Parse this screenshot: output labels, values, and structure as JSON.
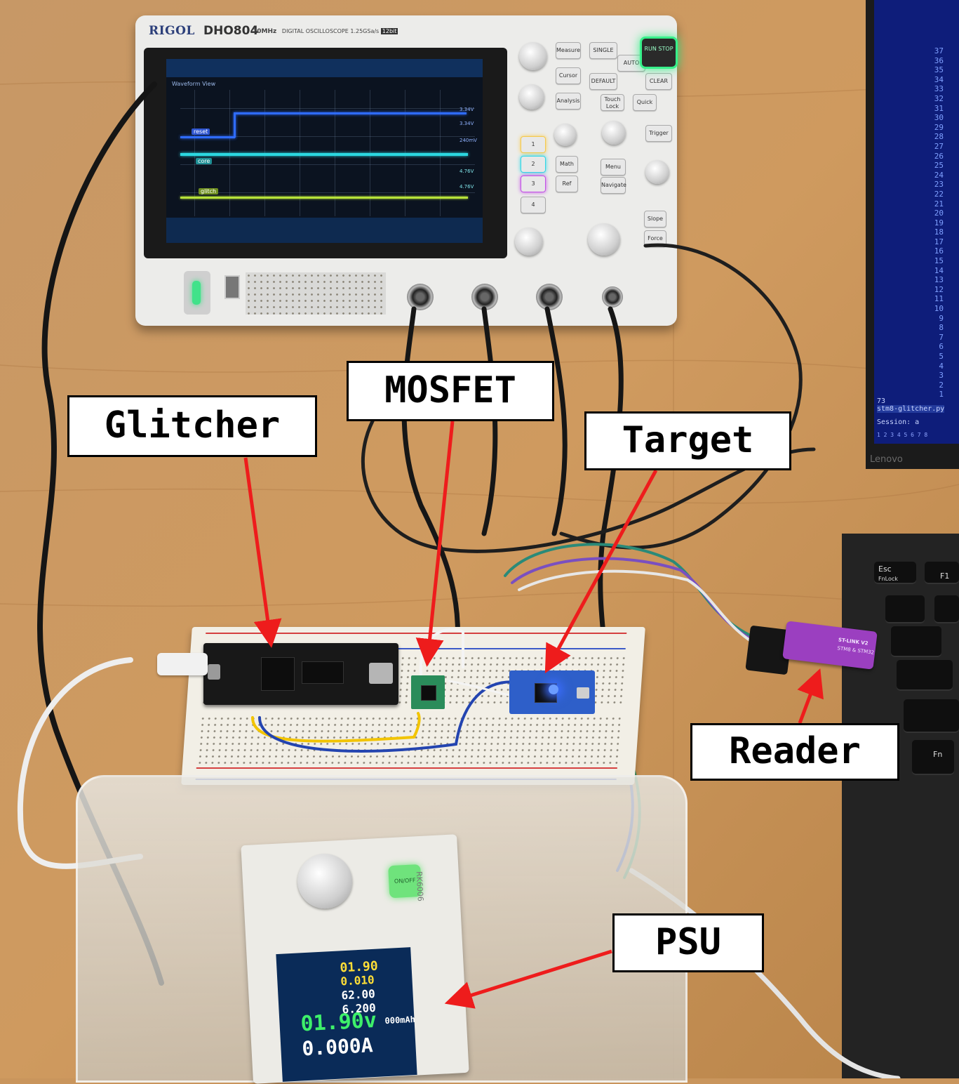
{
  "labels": {
    "glitcher": "Glitcher",
    "mosfet": "MOSFET",
    "target": "Target",
    "reader": "Reader",
    "psu": "PSU"
  },
  "oscilloscope": {
    "brand": "RIGOL",
    "model": "DHO804",
    "bandwidth": "70MHz",
    "spec": "DIGITAL OSCILLOSCOPE 1.25GSa/s",
    "bits": "12bit",
    "waveform_view": "Waveform View",
    "buttons": {
      "measure": "Measure",
      "cursor": "Cursor",
      "analysis": "Analysis",
      "single": "SINGLE",
      "auto": "AUTO",
      "default": "DEFAULT",
      "clear": "CLEAR",
      "touch_lock": "Touch Lock",
      "quick": "Quick",
      "run_stop": "RUN STOP",
      "math": "Math",
      "ref": "Ref",
      "menu": "Menu",
      "navigate": "Navigate",
      "trigger": "Trigger",
      "slope": "Slope",
      "force": "Force"
    },
    "channels": [
      "1",
      "2",
      "3",
      "4"
    ],
    "trace_labels": [
      "reset",
      "core",
      "glitch"
    ],
    "right_readouts": [
      "3.34V",
      "3.34V",
      "240mV",
      "4.76V",
      "4.76V"
    ]
  },
  "laptop": {
    "line_numbers": [
      "37",
      "36",
      "35",
      "34",
      "33",
      "32",
      "31",
      "30",
      "29",
      "28",
      "27",
      "26",
      "25",
      "24",
      "23",
      "22",
      "21",
      "20",
      "19",
      "18",
      "17",
      "16",
      "15",
      "14",
      "13",
      "12",
      "11",
      "10",
      "9",
      "8",
      "7",
      "6",
      "5",
      "4",
      "3",
      "2",
      "1"
    ],
    "cursor_line": "73",
    "filename": "stm8-glitcher.py",
    "session": "Session: a",
    "tabs": "1 2 3 4 5 6 7 8",
    "brand": "Lenovo",
    "keys": [
      "Esc",
      "FnLock",
      "F1",
      "Fn"
    ]
  },
  "stlink": {
    "name": "ST-LINK V2",
    "sub": "STM8 & STM32"
  },
  "psu": {
    "model": "RK6006",
    "button": "ON/OFF",
    "voltage": "01.90v",
    "current": "0.000A",
    "readouts": [
      "01.90",
      "0.010",
      "62.00",
      "6.200"
    ],
    "capacity": "000mAh"
  },
  "colors": {
    "arrow": "#ee1c1c",
    "desk": "#c9955c",
    "runstop_glow": "#37f08a"
  }
}
